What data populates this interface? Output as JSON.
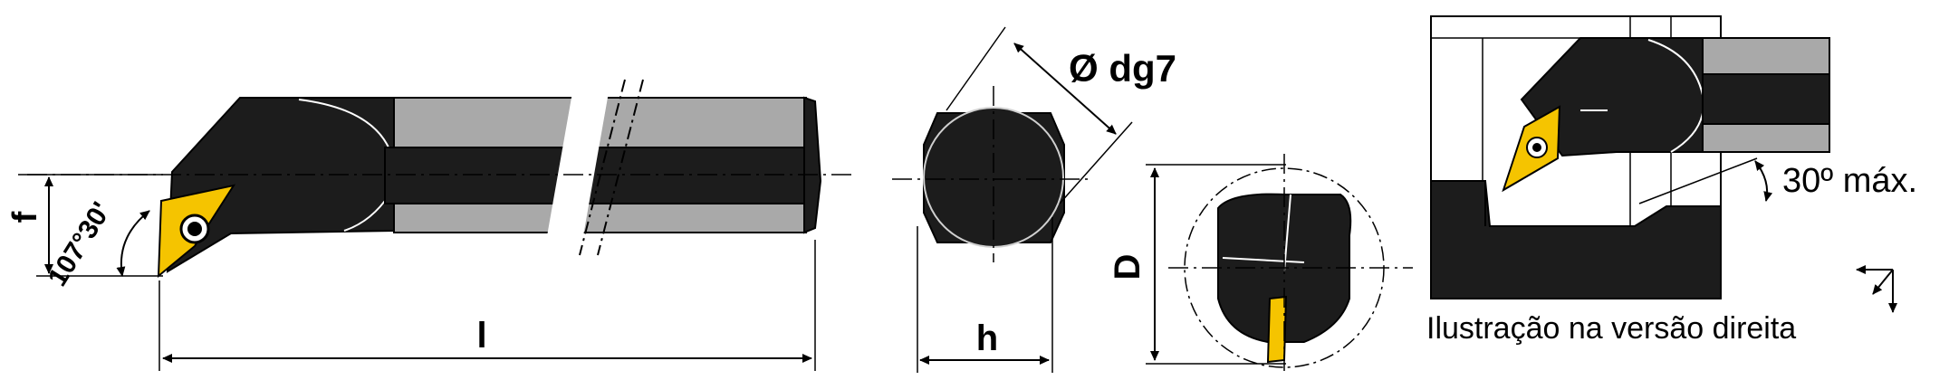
{
  "labels": {
    "f": "f",
    "angle": "107°30'",
    "length": "l",
    "diameter": "Ø dg7",
    "h": "h",
    "D": "D",
    "angle_max": "30º máx.",
    "caption": "Ilustração na versão direita"
  },
  "colors": {
    "body": "#1c1c1c",
    "shank": "#a9a9a9",
    "insert": "#f5c400",
    "line": "#000000"
  }
}
